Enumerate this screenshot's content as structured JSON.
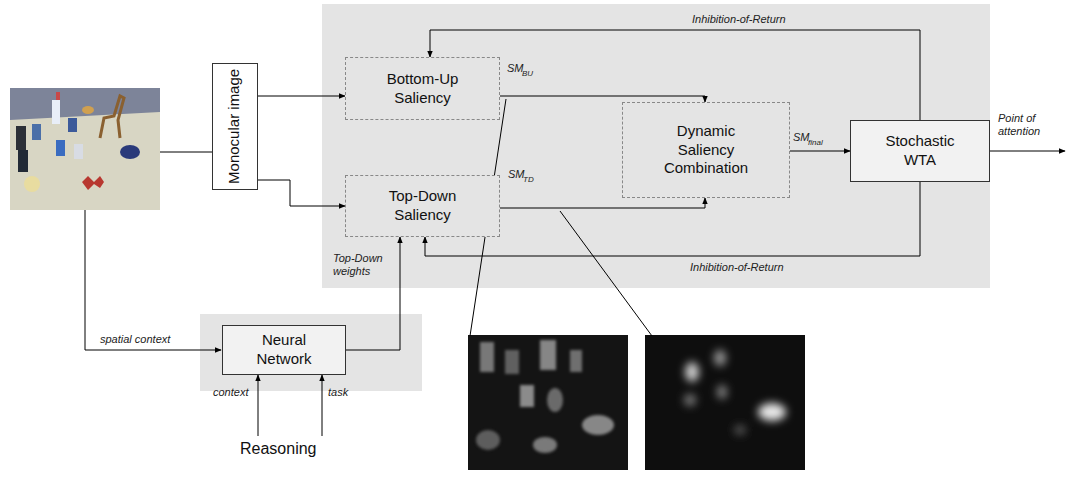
{
  "diagram": {
    "nodes": [
      {
        "text": [
          "Monocular image"
        ]
      },
      {
        "text": [
          "Bottom-Up Saliency"
        ]
      },
      {
        "text": [
          "Top-Down Saliency"
        ]
      },
      {
        "text": [
          "Dynamic Saliency Combination"
        ]
      },
      {
        "text": [
          "Stochastic WTA"
        ]
      },
      {
        "text": [
          "Neural Network"
        ]
      }
    ],
    "edges": [
      {
        "from": 0,
        "to": 1,
        "arrow": "to"
      },
      {
        "from": 0,
        "to": 2,
        "arrow": "to"
      },
      {
        "from": 1,
        "to": 3,
        "arrow": "to"
      },
      {
        "from": 2,
        "to": 3,
        "arrow": "to"
      },
      {
        "from": 3,
        "to": 4,
        "arrow": "to"
      },
      {
        "from": 4,
        "to": 1,
        "label": "Inhibition-of-Return",
        "arrow": "to"
      },
      {
        "from": 4,
        "to": 2,
        "label": "Inhibition-of-Return",
        "arrow": "to"
      },
      {
        "from": 5,
        "to": 2,
        "label": "Top-Down weights",
        "arrow": "to"
      }
    ],
    "labels": [
      "SM",
      "BU",
      "SM",
      "TD",
      "SM",
      "final",
      "Point of attention",
      "spatial context",
      "context",
      "task",
      "Reasoning"
    ]
  }
}
